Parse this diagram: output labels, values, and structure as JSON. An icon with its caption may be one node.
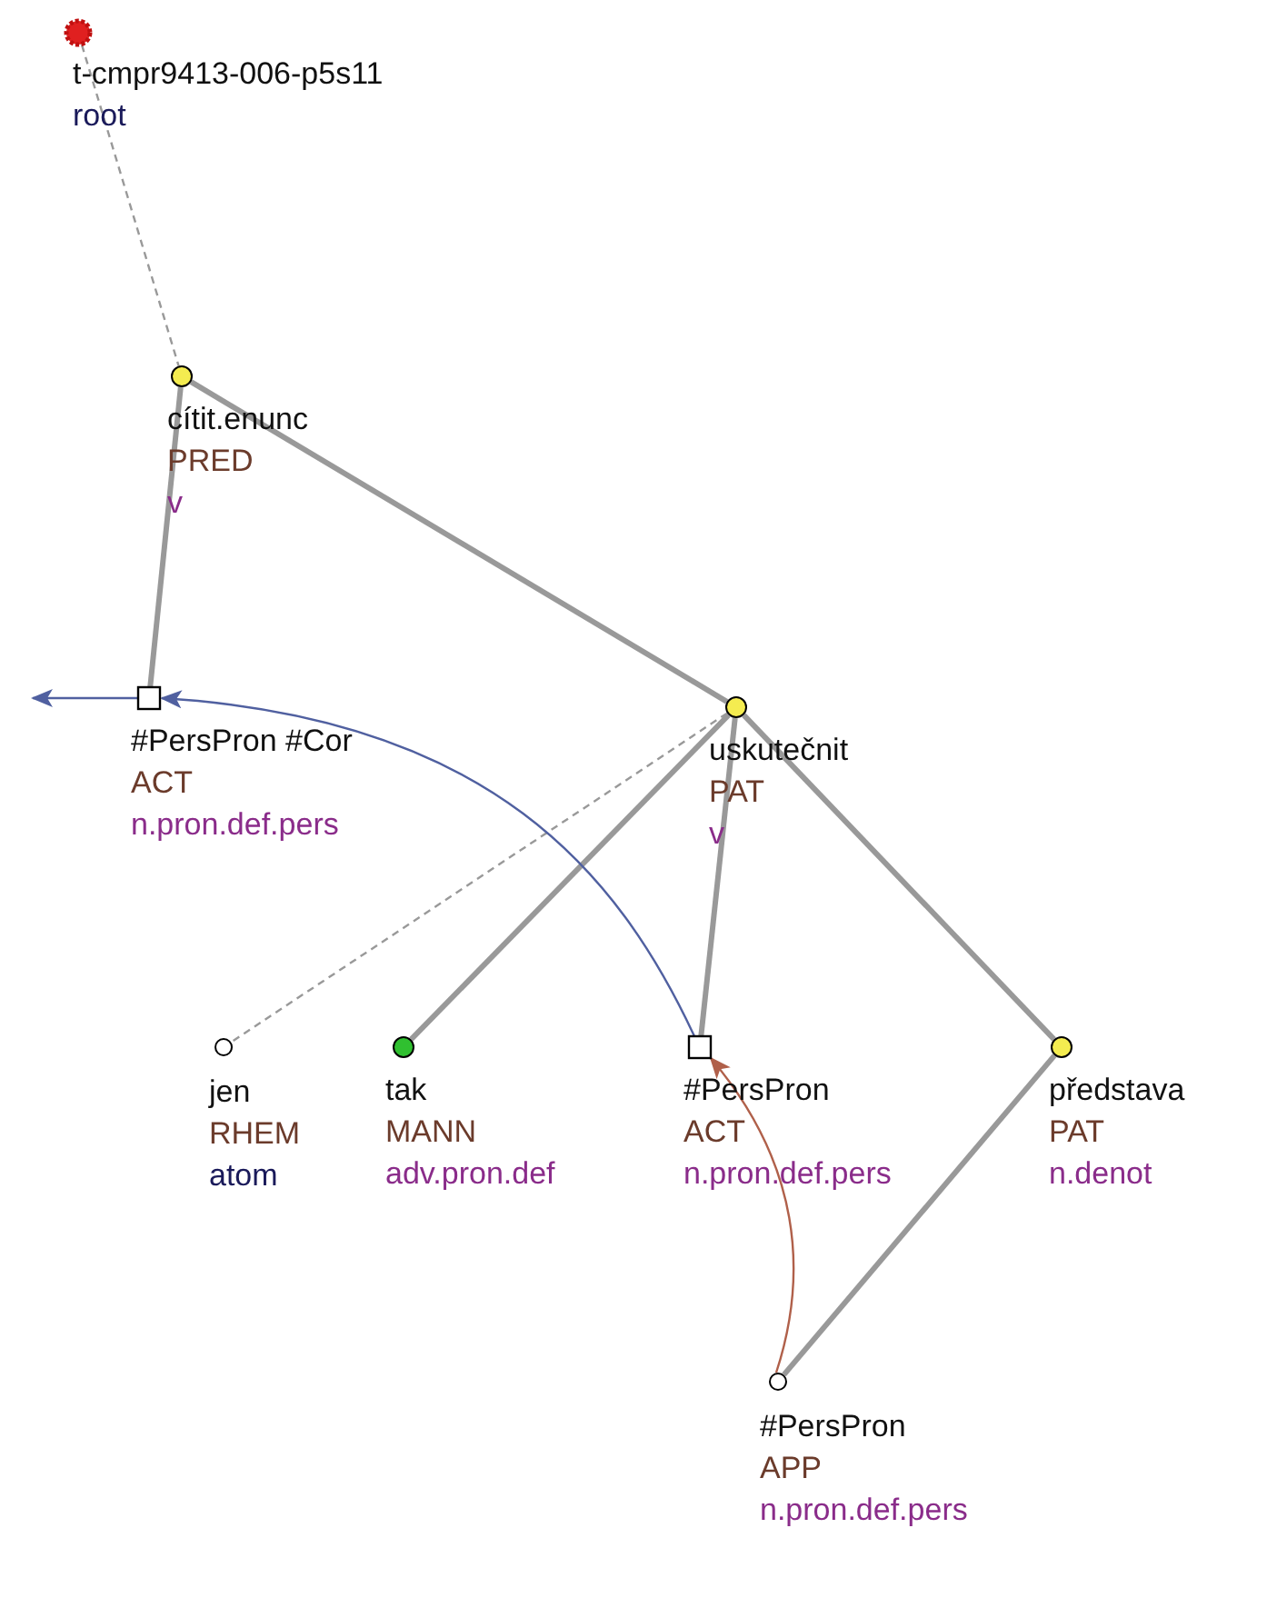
{
  "diagram": {
    "nodes": [
      {
        "text": [
          "t-cmpr9413-006-p5s11",
          "root"
        ]
      },
      {
        "text": [
          "cítit.enunc",
          "PRED",
          "v"
        ]
      },
      {
        "text": [
          "#PersPron #Cor",
          "ACT",
          "n.pron.def.pers"
        ]
      },
      {
        "text": [
          "uskutečnit",
          "PAT",
          "v"
        ]
      },
      {
        "text": [
          "jen",
          "RHEM",
          "atom"
        ]
      },
      {
        "text": [
          "tak",
          "MANN",
          "adv.pron.def"
        ]
      },
      {
        "text": [
          "#PersPron",
          "ACT",
          "n.pron.def.pers"
        ]
      },
      {
        "text": [
          "představa",
          "PAT",
          "n.denot"
        ]
      },
      {
        "text": [
          "#PersPron",
          "APP",
          "n.pron.def.pers"
        ]
      }
    ],
    "edges": [
      {
        "from": 0,
        "to": 1,
        "arrow": "none",
        "style": "dashed"
      },
      {
        "from": 1,
        "to": 2,
        "arrow": "none"
      },
      {
        "from": 1,
        "to": 3,
        "arrow": "none"
      },
      {
        "from": 3,
        "to": 4,
        "arrow": "none",
        "style": "dashed"
      },
      {
        "from": 3,
        "to": 5,
        "arrow": "none"
      },
      {
        "from": 3,
        "to": 6,
        "arrow": "none"
      },
      {
        "from": 3,
        "to": 7,
        "arrow": "none"
      },
      {
        "from": 7,
        "to": 8,
        "arrow": "none"
      },
      {
        "from": 6,
        "to": 2,
        "arrow": "to",
        "color": "#5060a0"
      },
      {
        "from": 2,
        "to": null,
        "arrow": "to",
        "color": "#5060a0"
      },
      {
        "from": 8,
        "to": 6,
        "arrow": "to",
        "color": "#b0604a"
      }
    ]
  }
}
